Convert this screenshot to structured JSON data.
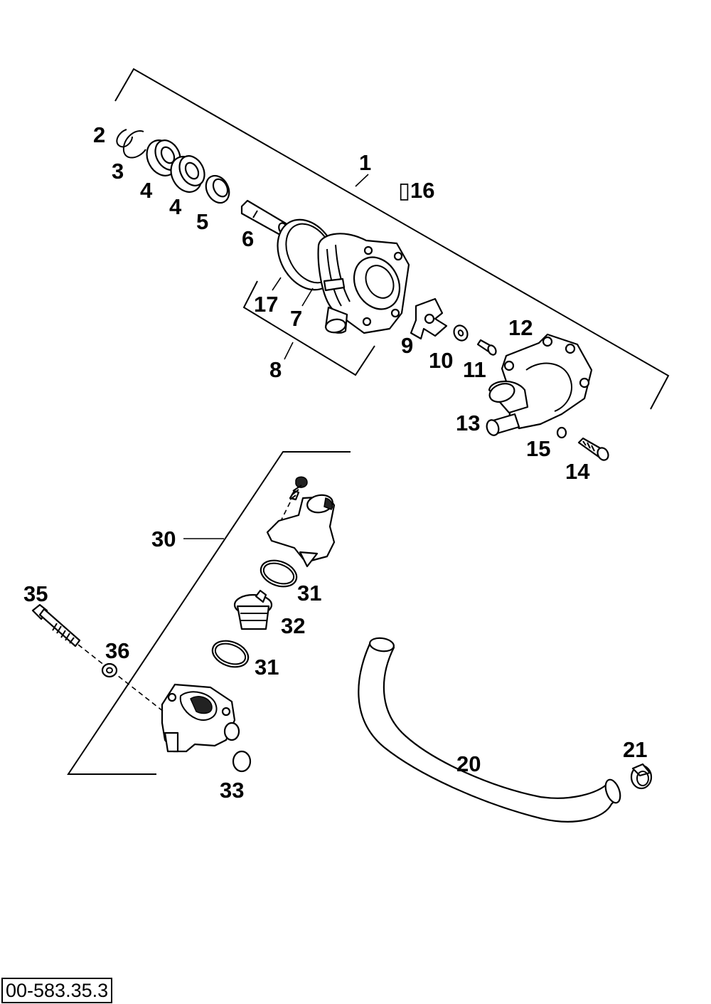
{
  "labels": {
    "p1": "1",
    "p2": "2",
    "p3": "3",
    "p4a": "4",
    "p4b": "4",
    "p5": "5",
    "p6": "6",
    "p7": "7",
    "p8": "8",
    "p9": "9",
    "p10": "10",
    "p11": "11",
    "p12": "12",
    "p13": "13",
    "p14": "14",
    "p15": "15",
    "p16": "▯16",
    "p17": "17",
    "p20": "20",
    "p21": "21",
    "p30": "30",
    "p31a": "31",
    "p31b": "31",
    "p32": "32",
    "p33": "33",
    "p35": "35",
    "p36": "36"
  },
  "drawing_code": "00-583.35.3"
}
